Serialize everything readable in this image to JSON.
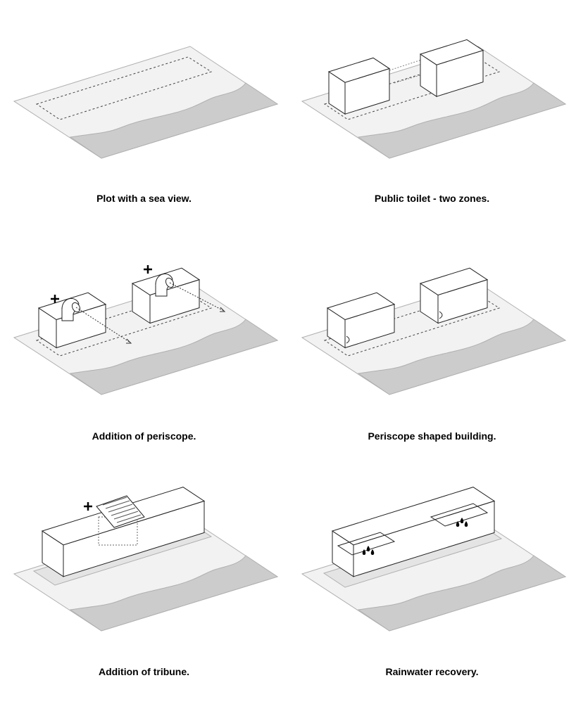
{
  "panels": [
    {
      "caption": "Plot with a sea view."
    },
    {
      "caption": "Public toilet - two zones."
    },
    {
      "caption": "Addition of periscope."
    },
    {
      "caption": "Periscope shaped building."
    },
    {
      "caption": "Addition of tribune."
    },
    {
      "caption": "Rainwater recovery."
    }
  ],
  "colors": {
    "land": "#f2f2f2",
    "sea": "#cccccc",
    "edge": "#b0b0b0",
    "line": "#222222"
  }
}
